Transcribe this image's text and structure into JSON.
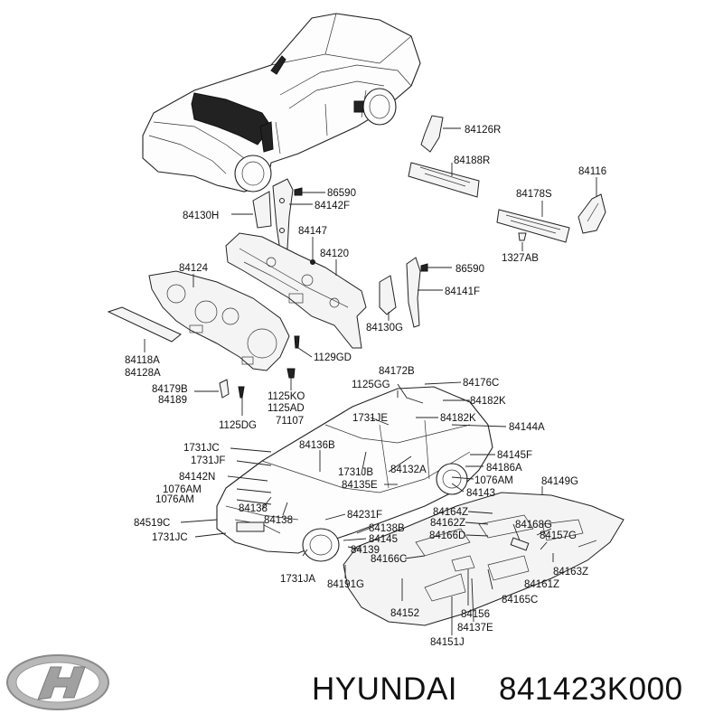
{
  "brand": {
    "name": "HYUNDAI",
    "part_number": "841423K000"
  },
  "labels": [
    {
      "id": "l1",
      "text": "84126R"
    },
    {
      "id": "l2",
      "text": "84188R"
    },
    {
      "id": "l3",
      "text": "84116"
    },
    {
      "id": "l4",
      "text": "84178S"
    },
    {
      "id": "l5",
      "text": "86590"
    },
    {
      "id": "l6",
      "text": "84142F"
    },
    {
      "id": "l7",
      "text": "84130H"
    },
    {
      "id": "l8",
      "text": "84147"
    },
    {
      "id": "l9",
      "text": "84120"
    },
    {
      "id": "l10",
      "text": "1327AB"
    },
    {
      "id": "l11",
      "text": "84124"
    },
    {
      "id": "l12",
      "text": "86590"
    },
    {
      "id": "l13",
      "text": "84141F"
    },
    {
      "id": "l14",
      "text": "84130G"
    },
    {
      "id": "l15",
      "text": "1129GD"
    },
    {
      "id": "l16",
      "text": "84118A"
    },
    {
      "id": "l17",
      "text": "84128A"
    },
    {
      "id": "l18",
      "text": "84179B"
    },
    {
      "id": "l19",
      "text": "84189"
    },
    {
      "id": "l20",
      "text": "1125KO"
    },
    {
      "id": "l21",
      "text": "1125AD"
    },
    {
      "id": "l22",
      "text": "71107"
    },
    {
      "id": "l23",
      "text": "1125DG"
    },
    {
      "id": "l24",
      "text": "84172B"
    },
    {
      "id": "l25",
      "text": "1125GG"
    },
    {
      "id": "l26",
      "text": "84176C"
    },
    {
      "id": "l27",
      "text": "84182K"
    },
    {
      "id": "l28",
      "text": "1731JE"
    },
    {
      "id": "l29",
      "text": "84182K"
    },
    {
      "id": "l30",
      "text": "84144A"
    },
    {
      "id": "l31",
      "text": "1731JC"
    },
    {
      "id": "l32",
      "text": "1731JF"
    },
    {
      "id": "l33",
      "text": "84136B"
    },
    {
      "id": "l34",
      "text": "84145F"
    },
    {
      "id": "l35",
      "text": "84186A"
    },
    {
      "id": "l36",
      "text": "84132A"
    },
    {
      "id": "l37",
      "text": "1731JB"
    },
    {
      "id": "l38",
      "text": "84142N"
    },
    {
      "id": "l39",
      "text": "1076AM"
    },
    {
      "id": "l40",
      "text": "84149G"
    },
    {
      "id": "l41",
      "text": "1076AM"
    },
    {
      "id": "l42",
      "text": "84135E"
    },
    {
      "id": "l43",
      "text": "84143"
    },
    {
      "id": "l44",
      "text": "1076AM"
    },
    {
      "id": "l45",
      "text": "84138"
    },
    {
      "id": "l46",
      "text": "84164Z"
    },
    {
      "id": "l47",
      "text": "84138"
    },
    {
      "id": "l48",
      "text": "84231F"
    },
    {
      "id": "l49",
      "text": "84162Z"
    },
    {
      "id": "l50",
      "text": "84168G"
    },
    {
      "id": "l51",
      "text": "84519C"
    },
    {
      "id": "l52",
      "text": "84138B"
    },
    {
      "id": "l53",
      "text": "84166D"
    },
    {
      "id": "l54",
      "text": "84157G"
    },
    {
      "id": "l55",
      "text": "1731JC"
    },
    {
      "id": "l56",
      "text": "84145"
    },
    {
      "id": "l57",
      "text": "84139"
    },
    {
      "id": "l58",
      "text": "84166C"
    },
    {
      "id": "l59",
      "text": "84163Z"
    },
    {
      "id": "l60",
      "text": "84161Z"
    },
    {
      "id": "l61",
      "text": "1731JA"
    },
    {
      "id": "l62",
      "text": "84191G"
    },
    {
      "id": "l63",
      "text": "84165C"
    },
    {
      "id": "l64",
      "text": "84152"
    },
    {
      "id": "l65",
      "text": "84156"
    },
    {
      "id": "l66",
      "text": "84137E"
    },
    {
      "id": "l67",
      "text": "84151J"
    }
  ]
}
